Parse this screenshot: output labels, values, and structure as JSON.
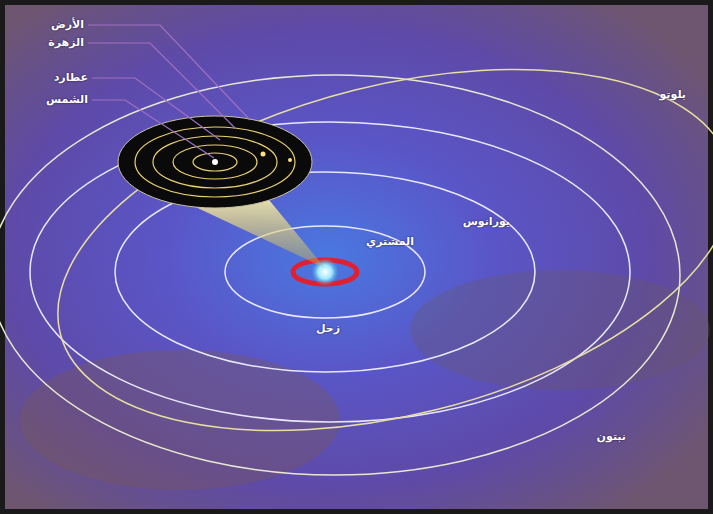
{
  "diagram": {
    "labels": [
      "الأرض",
      "الزهرة",
      "عطارد",
      "الشمس",
      "بلوتو",
      "يورانوس",
      "المشتري",
      "زحل",
      "نبتون"
    ]
  }
}
